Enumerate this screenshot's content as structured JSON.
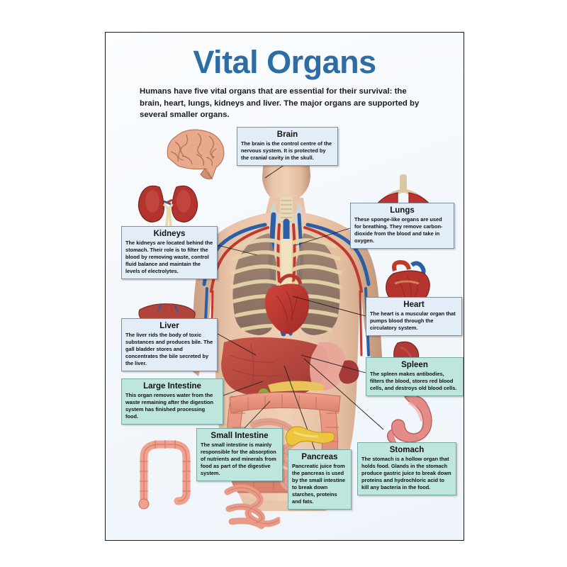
{
  "poster": {
    "title": "Vital Organs",
    "title_color": "#2e6da4",
    "intro": "Humans have five vital organs that are essential for their survival: the brain, heart, lungs, kidneys and liver. The major organs are supported by several smaller organs.",
    "background_color": "#f4f8fc",
    "border_color": "#1b1b1b"
  },
  "organs": [
    {
      "id": "brain",
      "title": "Brain",
      "description": "The brain is the control centre of the nervous system. It is protected by the cranial cavity in the skull.",
      "box_color": "#e3edf8",
      "box_style": "blue",
      "illustration": "brain-illustration"
    },
    {
      "id": "lungs",
      "title": "Lungs",
      "description": "These sponge-like organs are used for breathing. They remove carbon-dioxide from the blood and take in oxygen.",
      "box_color": "#e3edf8",
      "box_style": "blue",
      "illustration": "lungs-illustration"
    },
    {
      "id": "kidneys",
      "title": "Kidneys",
      "description": "The kidneys are located behind the stomach. Their role is to filter the blood by removing waste, control fluid balance and maintain the levels of electrolytes.",
      "box_color": "#e3edf8",
      "box_style": "blue",
      "illustration": "kidneys-illustration"
    },
    {
      "id": "heart",
      "title": "Heart",
      "description": "The heart is a muscular organ that pumps blood through the circulatory system.",
      "box_color": "#e3edf8",
      "box_style": "blue",
      "illustration": "heart-illustration"
    },
    {
      "id": "liver",
      "title": "Liver",
      "description": "The liver rids the body of toxic substances and produces bile. The gall bladder stores and concentrates the bile secreted by the liver.",
      "box_color": "#e3edf8",
      "box_style": "blue",
      "illustration": "liver-illustration"
    },
    {
      "id": "spleen",
      "title": "Spleen",
      "description": "The spleen makes antibodies, filters the blood, stores red blood cells, and destroys old blood cells.",
      "box_color": "#bfe6de",
      "box_style": "mint",
      "illustration": "spleen-illustration"
    },
    {
      "id": "large-intestine",
      "title": "Large Intestine",
      "description": "This organ removes water from the waste remaining after the digestion system has finished processing food.",
      "box_color": "#bfe6de",
      "box_style": "mint",
      "illustration": "large-intestine-illustration"
    },
    {
      "id": "small-intestine",
      "title": "Small Intestine",
      "description": "The small intestine is mainly responsible for the absorption of nutrients and minerals from food as part of the digestive system.",
      "box_color": "#bfe6de",
      "box_style": "mint",
      "illustration": "small-intestine-illustration"
    },
    {
      "id": "pancreas",
      "title": "Pancreas",
      "description": "Pancreatic juice from the pancreas is used by the small intestine to break down starches, proteins and fats.",
      "box_color": "#bfe6de",
      "box_style": "mint",
      "illustration": "pancreas-illustration"
    },
    {
      "id": "stomach",
      "title": "Stomach",
      "description": "The stomach is a hollow organ that holds food. Glands in the stomach produce gastric juice to break down proteins and hydrochloric acid to kill any bacteria in the food.",
      "box_color": "#bfe6de",
      "box_style": "mint",
      "illustration": "stomach-illustration"
    }
  ]
}
